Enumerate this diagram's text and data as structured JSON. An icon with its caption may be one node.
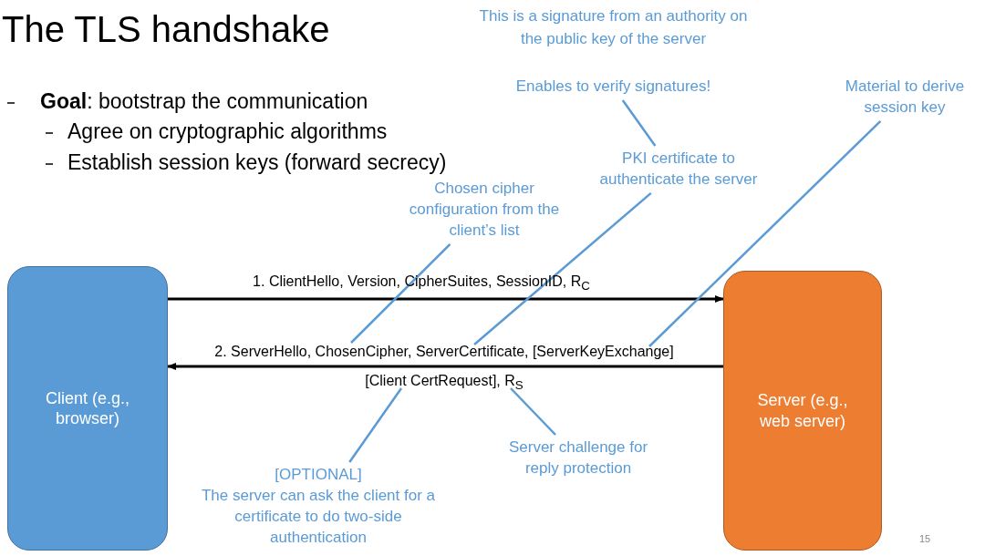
{
  "diagram": {
    "title": "The TLS handshake",
    "nodes": [
      {
        "text": [
          "Client (e.g., browser)"
        ]
      },
      {
        "text": [
          "Server (e.g., web server)"
        ]
      },
      {
        "text": [
          "Chosen cipher configuration from the client’s list"
        ]
      },
      {
        "text": [
          "PKI certificate to authenticate the server"
        ]
      },
      {
        "text": [
          "Enables to verify signatures!"
        ]
      },
      {
        "text": [
          "Material to derive session key"
        ]
      },
      {
        "text": [
          "Server challenge for reply protection"
        ]
      },
      {
        "text": [
          "[OPTIONAL]",
          "The server can ask the client for a certificate to do two-side authentication"
        ]
      }
    ],
    "edges": [
      {
        "from": 0,
        "to": 1,
        "arrow": "to",
        "color": "#000000",
        "label": "1. ClientHello, Version, CipherSuites, SessionID, R$_{C}$"
      },
      {
        "from": 1,
        "to": 0,
        "arrow": "to",
        "color": "#000000",
        "label": "2.   ServerHello, ChosenCipher, ServerCertificate, [ServerKeyExchange] [Client CertRequest], R$_{S}$"
      },
      {
        "from": 2,
        "to": null,
        "arrow": "none"
      },
      {
        "from": 3,
        "to": null,
        "arrow": "none"
      },
      {
        "from": 4,
        "to": 3,
        "arrow": "none"
      },
      {
        "from": 5,
        "to": null,
        "arrow": "none"
      },
      {
        "from": 6,
        "to": null,
        "arrow": "none"
      },
      {
        "from": 7,
        "to": null,
        "arrow": "none"
      }
    ],
    "labels": [
      "This is a signature from an authority on the public key of the server",
      "**Goal**: bootstrap the communication",
      "Agree on cryptographic algorithms",
      "Establish session keys (forward secrecy)",
      "15"
    ]
  }
}
